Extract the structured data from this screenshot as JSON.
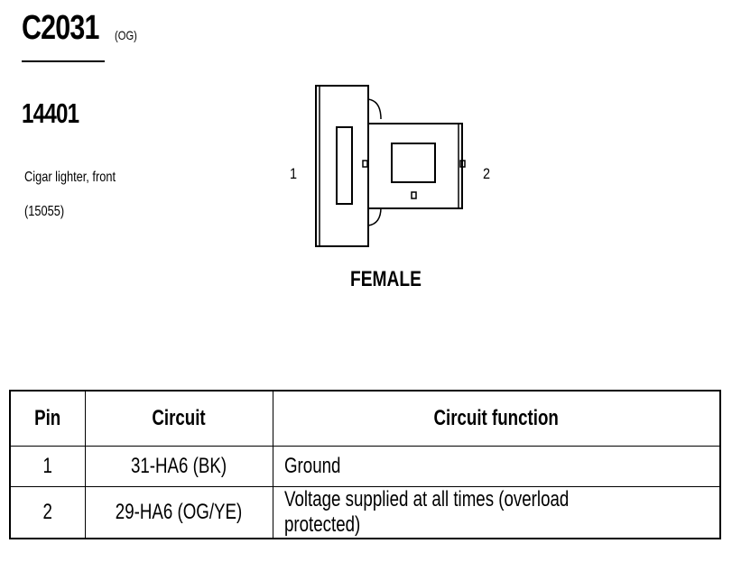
{
  "header": {
    "connector_id": "C2031",
    "connector_color": "(OG)",
    "part_number": "14401",
    "component_name": "Cigar lighter, front",
    "component_code": "(15055)"
  },
  "diagram": {
    "pin_left": "1",
    "pin_right": "2",
    "gender": "FEMALE"
  },
  "table": {
    "headers": [
      "Pin",
      "Circuit",
      "Circuit function"
    ],
    "rows": [
      {
        "pin": "1",
        "circuit": "31-HA6 (BK)",
        "function": "Ground"
      },
      {
        "pin": "2",
        "circuit": "29-HA6 (OG/YE)",
        "function": "Voltage supplied at all times (overload protected)"
      }
    ]
  }
}
